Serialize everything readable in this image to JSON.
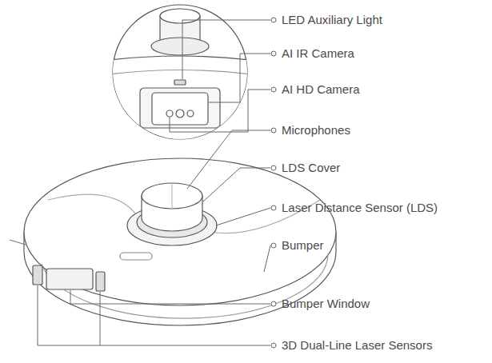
{
  "diagram": {
    "labels": [
      "LED Auxiliary Light",
      "AI IR Camera",
      "AI HD Camera",
      "Microphones",
      "LDS Cover",
      "Laser Distance Sensor (LDS)",
      "Bumper",
      "Bumper Window",
      "3D Dual-Line Laser Sensors"
    ]
  }
}
